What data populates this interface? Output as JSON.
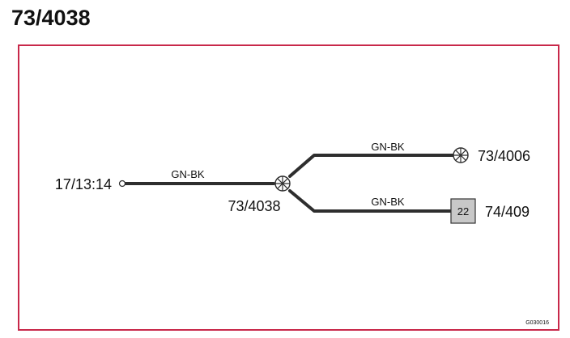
{
  "title": "73/4038",
  "colors": {
    "frame": "#c8284a",
    "wire": "#2e2e2e",
    "connector_fill": "#c8c8c8"
  },
  "diagram": {
    "source_node": {
      "label": "17/13:14",
      "icon": "terminal-circle-icon"
    },
    "splice_node": {
      "label": "73/4038",
      "icon": "splice-crosshair-icon"
    },
    "wires": [
      {
        "color_code": "GN-BK",
        "from": "17/13:14",
        "to": "73/4038"
      },
      {
        "color_code": "GN-BK",
        "from": "73/4038",
        "to": "73/4006"
      },
      {
        "color_code": "GN-BK",
        "from": "73/4038",
        "to": "74/409"
      }
    ],
    "targets": [
      {
        "label": "73/4006",
        "icon": "ground-crosshair-icon"
      },
      {
        "label": "74/409",
        "icon": "connector-box-icon",
        "pin": "22"
      }
    ],
    "figure_code": "G030016"
  }
}
